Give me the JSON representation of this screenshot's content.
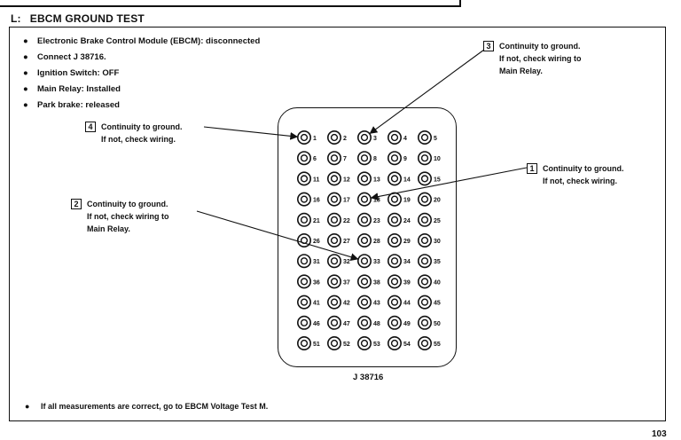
{
  "section": {
    "code": "L:",
    "title": "EBCM GROUND TEST"
  },
  "conditions": [
    "Electronic Brake Control Module (EBCM):  disconnected",
    "Connect J 38716.",
    "Ignition Switch:  OFF",
    "Main Relay:  Installed",
    "Park brake:  released"
  ],
  "notes": [
    {
      "num": "1",
      "line1": "Continuity to ground.",
      "line2": "If not, check wiring.",
      "pin": 18
    },
    {
      "num": "2",
      "line1": "Continuity to ground.",
      "line2": "If not, check wiring to",
      "line3": "Main Relay.",
      "pin": 33
    },
    {
      "num": "3",
      "line1": "Continuity to ground.",
      "line2": "If not, check wiring to",
      "line3": "Main Relay.",
      "pin": 3
    },
    {
      "num": "4",
      "line1": "Continuity to ground.",
      "line2": "If not, check wiring.",
      "pin": 1
    }
  ],
  "connector": {
    "label": "J 38716",
    "pin_count": 55,
    "columns": 5
  },
  "footer": "If all measurements are correct, go to EBCM Voltage Test M.",
  "page_number": "103"
}
